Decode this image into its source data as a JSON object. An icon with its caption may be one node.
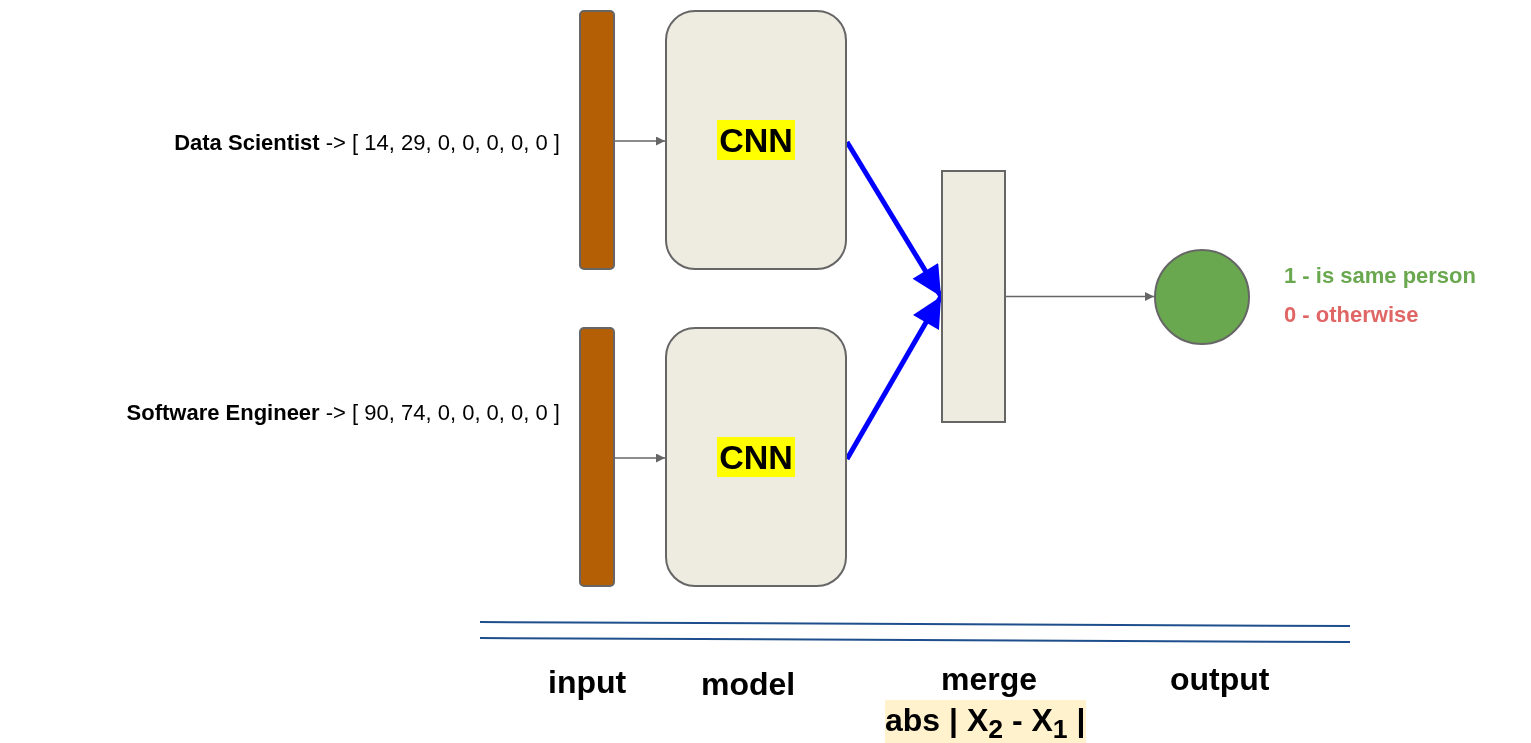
{
  "diagram": {
    "nodes": [
      {
        "text": [],
        "shape": "bar",
        "beside": [
          "**Data Scientist** -> [ 14, 29, 0, 0, 0, 0, 0 ]"
        ]
      },
      {
        "text": [
          "CNN"
        ]
      },
      {
        "text": [],
        "shape": "bar",
        "beside": [
          "**Software Engineer** -> [ 90, 74, 0, 0, 0, 0, 0 ]"
        ]
      },
      {
        "text": [
          "CNN"
        ]
      },
      {
        "text": [],
        "shape": "box"
      },
      {
        "text": [],
        "shape": "circle",
        "beside": [
          "1 - is same person",
          "0 - otherwise"
        ]
      }
    ],
    "edges": [
      {
        "from": 0,
        "to": 1,
        "arrow": "to"
      },
      {
        "from": 2,
        "to": 3,
        "arrow": "to"
      },
      {
        "from": 1,
        "to": 4,
        "arrow": "to",
        "style": "thick",
        "color": "#0000ff"
      },
      {
        "from": 3,
        "to": 4,
        "arrow": "to",
        "style": "thick",
        "color": "#0000ff"
      },
      {
        "from": 4,
        "to": 5,
        "arrow": "to"
      }
    ],
    "labels": [
      "input",
      "model",
      "merge",
      "abs | X$_{2}$ - X$_{1}$ |",
      "output"
    ]
  }
}
